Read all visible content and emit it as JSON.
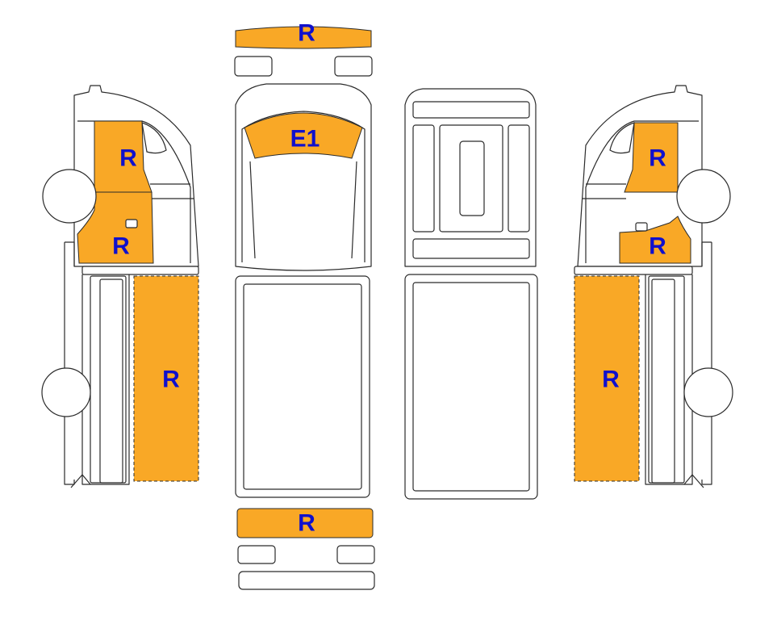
{
  "colors": {
    "highlight": "#F9A826",
    "label": "#1010CC",
    "outline": "#2b2b2b"
  },
  "labels": {
    "front_bumper": "R",
    "windshield": "E1",
    "rear_bumper": "R",
    "left_upper_door": "R",
    "left_lower_door": "R",
    "left_box_side": "R",
    "right_upper_door": "R",
    "right_lower_door": "R",
    "right_box_side": "R"
  }
}
